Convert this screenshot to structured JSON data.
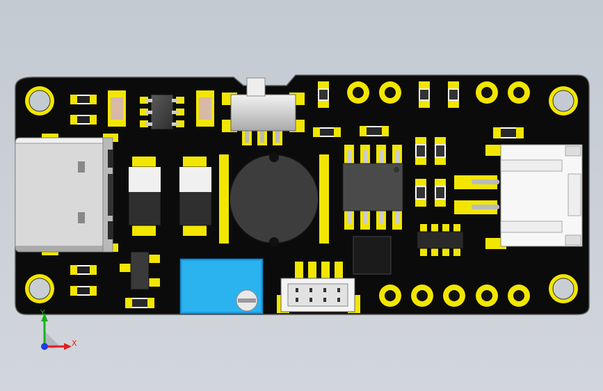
{
  "viewport": {
    "background_top": "#c3cad2",
    "background_bottom": "#d2d6dc"
  },
  "board": {
    "solder_mask_color": "#0b0b0b",
    "pad_color": "#f2e600",
    "silkscreen_color": "#ffffff"
  },
  "components": {
    "usb_c_connector": "usb-c-receptacle",
    "slide_switch": "slide-switch",
    "power_inductor": "power-inductor",
    "soic8_chip": "soic-8-ic",
    "qfn_chip": "qfn-ic",
    "trim_potentiometer": "trim-potentiometer",
    "jst_connector": "jst-header",
    "side_connector": "right-angle-connector",
    "sot23_transistors": "sot-23",
    "diodes": "sma-diode",
    "mounting_holes": 4,
    "through_hole_pads": 9
  },
  "triad": {
    "x_label": "X",
    "y_label": "Y",
    "x_color": "#e02020",
    "y_color": "#19b019",
    "z_color": "#1f3fe0"
  }
}
